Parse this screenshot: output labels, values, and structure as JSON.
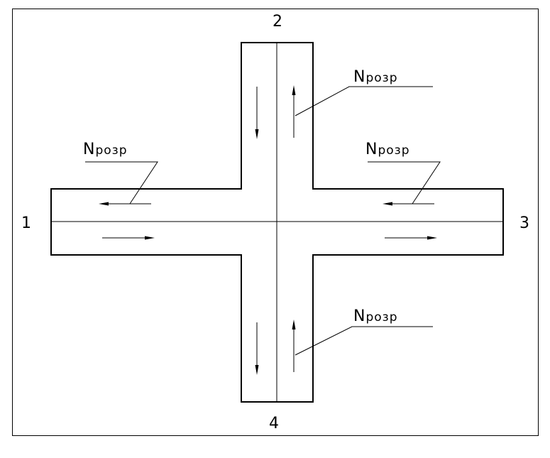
{
  "diagram": {
    "approach_labels": {
      "west": "1",
      "north": "2",
      "east": "3",
      "south": "4"
    },
    "flow_label": {
      "prefix": "N",
      "suffix": "розр"
    },
    "colors": {
      "line": "#000000",
      "background": "#ffffff"
    }
  }
}
